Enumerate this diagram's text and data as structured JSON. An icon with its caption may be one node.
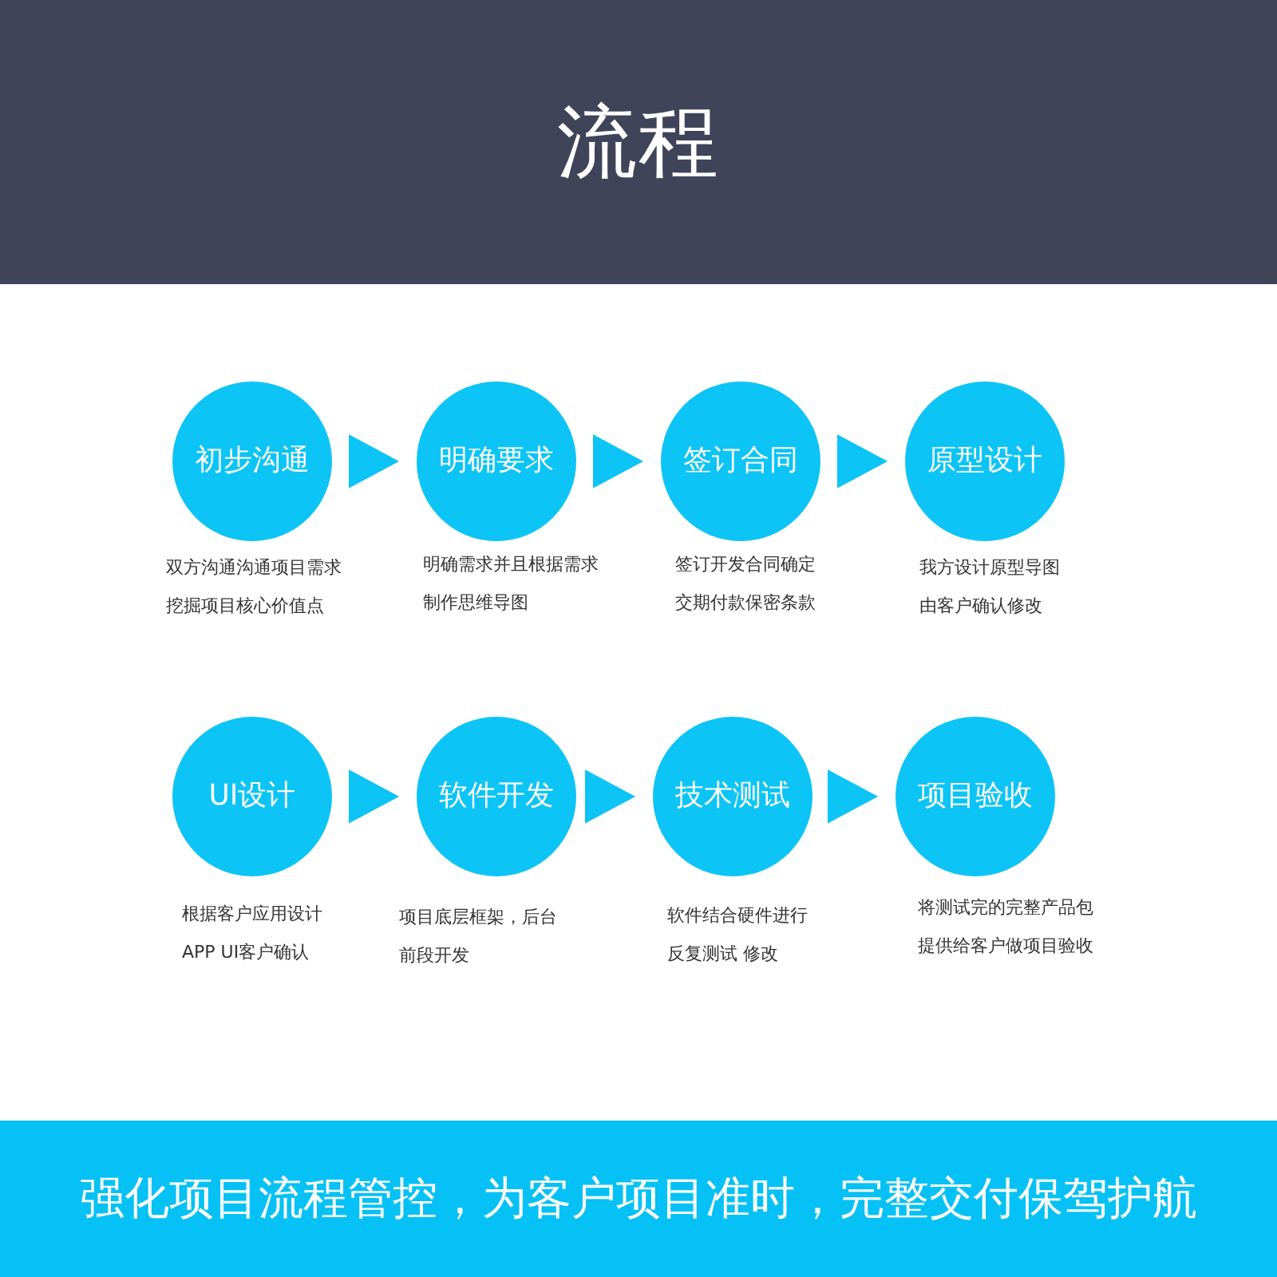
{
  "diagram": {
    "title": "流程",
    "nodes": [
      {
        "text": [
          "初步沟通"
        ],
        "beside": [
          "双方沟通沟通项目需求",
          "挖掘项目核心价值点"
        ]
      },
      {
        "text": [
          "明确要求"
        ],
        "beside": [
          "明确需求并且根据需求",
          "制作思维导图"
        ]
      },
      {
        "text": [
          "签订合同"
        ],
        "beside": [
          "签订开发合同确定",
          "交期付款保密条款"
        ]
      },
      {
        "text": [
          "原型设计"
        ],
        "beside": [
          "我方设计原型导图",
          "由客户确认修改"
        ]
      },
      {
        "text": [
          "UI设计"
        ],
        "beside": [
          "根据客户应用设计",
          "APP UI客户确认"
        ]
      },
      {
        "text": [
          "软件开发"
        ],
        "beside": [
          "项目底层框架，后台",
          "前段开发"
        ]
      },
      {
        "text": [
          "技术测试"
        ],
        "beside": [
          "软件结合硬件进行",
          "反复测试 修改"
        ]
      },
      {
        "text": [
          "项目验收"
        ],
        "beside": [
          "将测试完的完整产品包",
          "提供给客户做项目验收"
        ]
      }
    ],
    "edges": [
      {
        "from": 0,
        "to": 1,
        "arrow": "to"
      },
      {
        "from": 1,
        "to": 2,
        "arrow": "to"
      },
      {
        "from": 2,
        "to": 3,
        "arrow": "to"
      },
      {
        "from": 4,
        "to": 5,
        "arrow": "to"
      },
      {
        "from": 5,
        "to": 6,
        "arrow": "to"
      },
      {
        "from": 6,
        "to": 7,
        "arrow": "to"
      }
    ],
    "labels": [
      "强化项目流程管控，为客户项目准时，完整交付保驾护航"
    ]
  }
}
